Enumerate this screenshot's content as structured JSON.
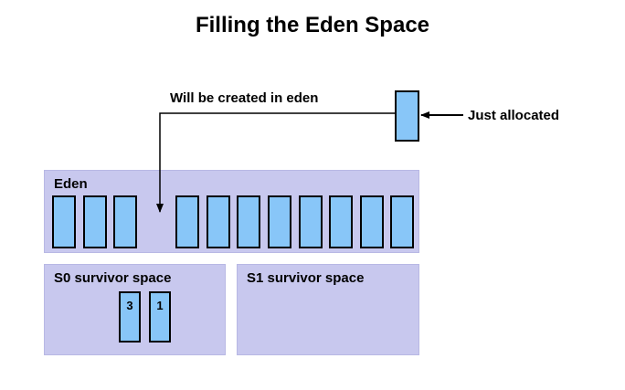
{
  "title": "Filling the Eden Space",
  "annotations": {
    "created_in_eden": "Will be created in eden",
    "just_allocated": "Just allocated"
  },
  "regions": {
    "eden": "Eden",
    "s0": "S0 survivor space",
    "s1": "S1 survivor space"
  },
  "survivor_objects": [
    "3",
    "1"
  ],
  "colors": {
    "region_fill": "#c8c8ee",
    "object_fill": "#88c6f8",
    "outline": "#000000"
  }
}
